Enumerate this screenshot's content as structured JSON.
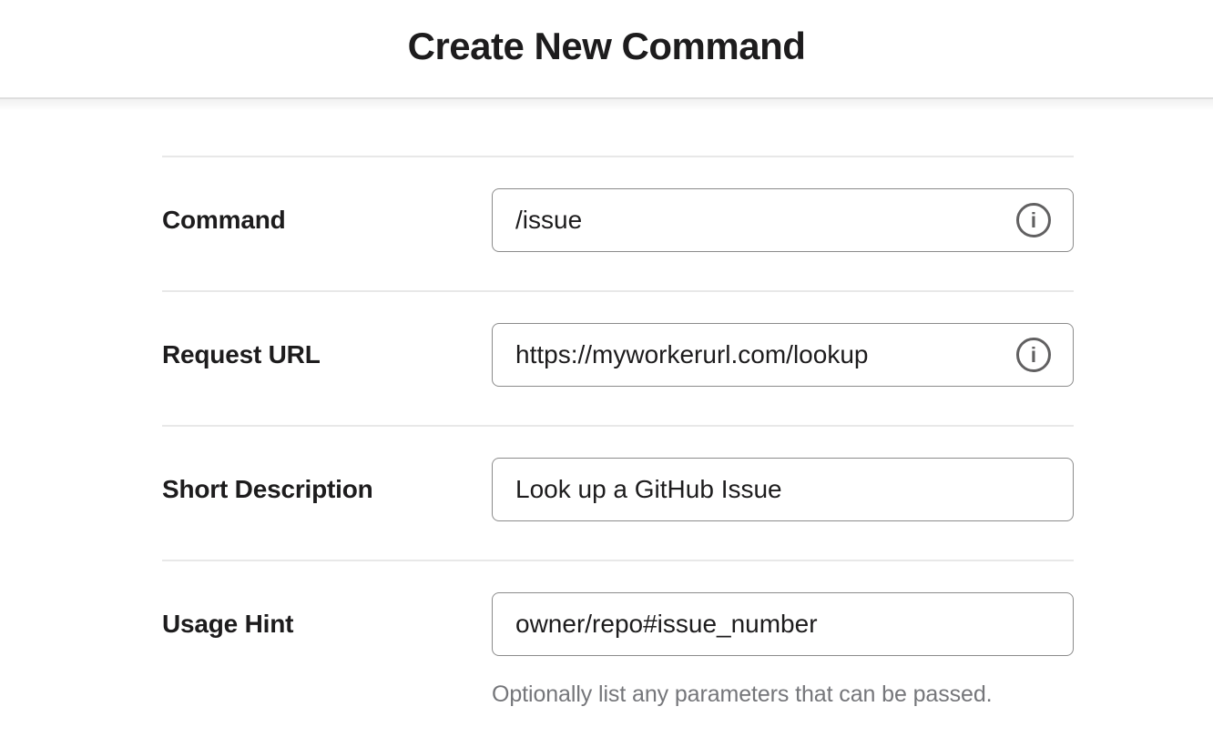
{
  "header": {
    "title": "Create New Command"
  },
  "form": {
    "fields": [
      {
        "label": "Command",
        "value": "/issue",
        "has_info_icon": true
      },
      {
        "label": "Request URL",
        "value": "https://myworkerurl.com/lookup",
        "has_info_icon": true
      },
      {
        "label": "Short Description",
        "value": "Look up a GitHub Issue",
        "has_info_icon": false
      },
      {
        "label": "Usage Hint",
        "value": "owner/repo#issue_number",
        "has_info_icon": false,
        "help": "Optionally list any parameters that can be passed."
      }
    ]
  },
  "icons": {
    "info": "i"
  },
  "colors": {
    "text": "#1d1c1d",
    "input_border": "#8b8b8b",
    "divider": "#e8e8e8",
    "help_text": "#75767a",
    "info_icon": "#616061"
  }
}
